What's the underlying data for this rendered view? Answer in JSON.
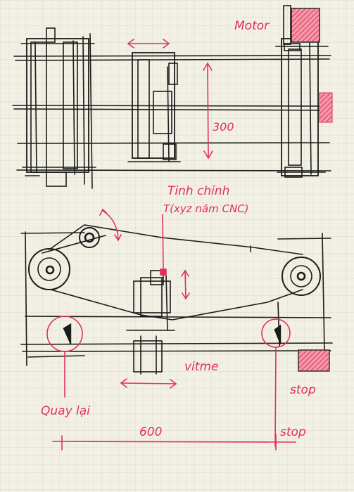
{
  "labels": {
    "motor": "Motor",
    "dim_300": "300",
    "tinh_chinh_1": "Tinh chỉnh",
    "tinh_chinh_2": "T(xyz năm CNC)",
    "vitme": "vitme",
    "stop_right": "stop",
    "quay_lai": "Quay lại",
    "dim_600": "600",
    "stop_bottom": "stop"
  },
  "colors": {
    "paper": "#f2f0e4",
    "grid": "#cfd6c6",
    "ink": "#1b1b1b",
    "red": "#e0305a",
    "hatch_fill": "#f29aa8"
  }
}
